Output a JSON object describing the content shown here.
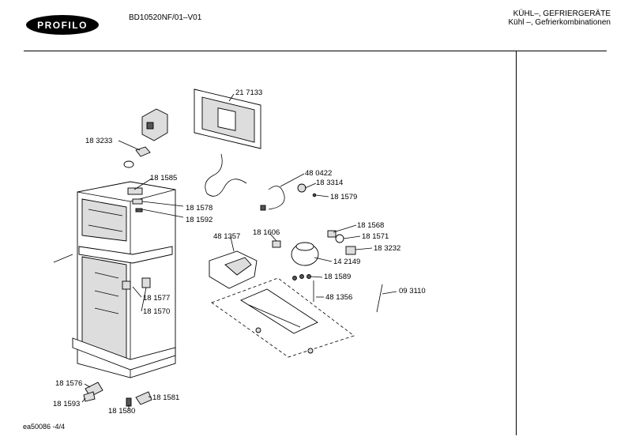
{
  "header": {
    "logo": "PROFILO",
    "doc_id": "BD10520NF/01–V01",
    "category_line1": "KÜHL–, GEFRIERGERÄTE",
    "category_line2": "Kühl –, Gefrierkombinationen"
  },
  "footer": {
    "page_ref": "ea50086 -4/4"
  },
  "part_labels": {
    "p217133": "21 7133",
    "p183233": "18 3233",
    "p181585": "18 1585",
    "p181578": "18 1578",
    "p181592": "18 1592",
    "p480422": "48 0422",
    "p183314": "18 3314",
    "p181579": "18 1579",
    "p181568": "18 1568",
    "p181571": "18 1571",
    "p183232": "18 3232",
    "p481357": "48 1357",
    "p181606": "18 1606",
    "p142149": "14 2149",
    "p181589": "18 1589",
    "p481356": "48 1356",
    "p093110": "09 3110",
    "p181577": "18 1577",
    "p181570": "18 1570",
    "p181576": "18 1576",
    "p181593": "18 1593",
    "p181581": "18 1581",
    "p181580": "18 1580"
  }
}
